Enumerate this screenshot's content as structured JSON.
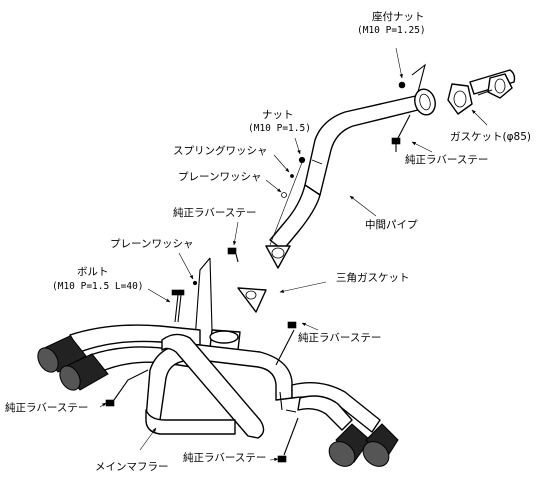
{
  "labels": {
    "seat_nut": "座付ナット",
    "seat_nut_spec": "(M10 P=1.25)",
    "gasket": "ガスケット(φ85)",
    "rubber_stay_top": "純正ラバーステー",
    "nut": "ナット",
    "nut_spec": "(M10 P=1.5)",
    "spring_washer": "スプリングワッシャ",
    "plain_washer_upper": "プレーンワッシャ",
    "rubber_stay_mid": "純正ラバーステー",
    "middle_pipe": "中間パイプ",
    "plain_washer_lower": "プレーンワッシャ",
    "triangle_gasket": "三角ガスケット",
    "bolt": "ボルト",
    "bolt_spec": "(M10 P=1.5 L=40)",
    "rubber_stay_right": "純正ラバーステー",
    "rubber_stay_left": "純正ラバーステー",
    "main_muffler": "メインマフラー",
    "rubber_stay_bottom": "純正ラバーステー"
  },
  "icons": {
    "arrow": "arrow-icon",
    "bolt": "bolt-icon",
    "rubber_stay": "rubber-stay-icon"
  }
}
